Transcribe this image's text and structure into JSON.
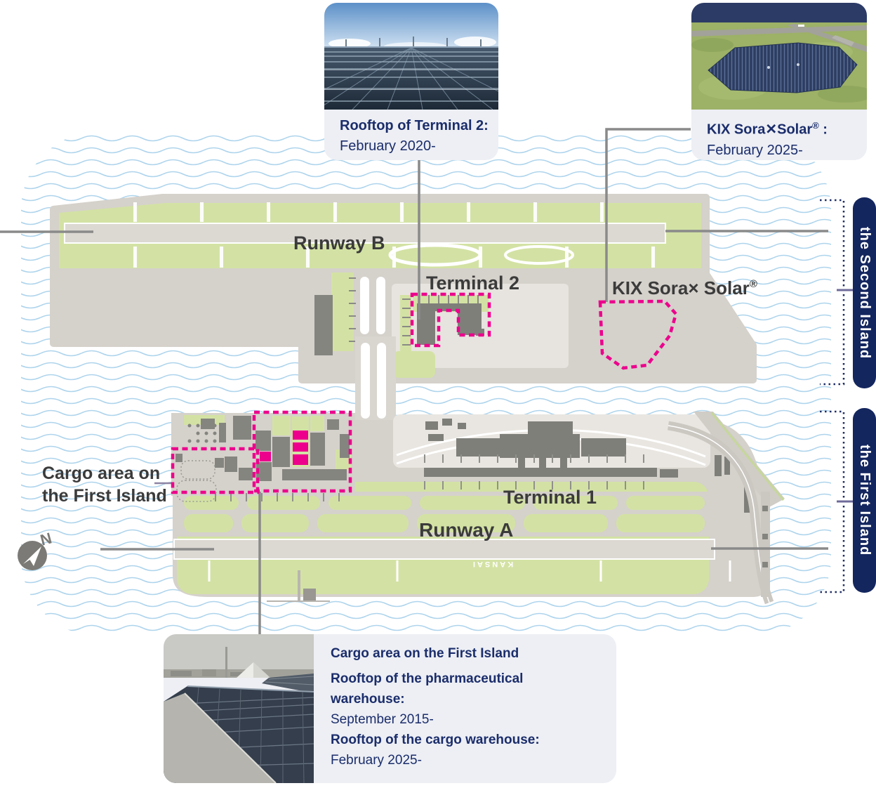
{
  "callouts": {
    "terminal2": {
      "title": "Rooftop of Terminal 2:",
      "date": "February 2020-"
    },
    "kix": {
      "brand": "KIX Sora✕Solar",
      "reg": "®",
      "suffix": " :",
      "date": "February 2025-"
    },
    "cargo": {
      "heading": "Cargo area on the First Island",
      "item1_label": "Rooftop of the pharmaceutical warehouse:",
      "item1_date": "September 2015-",
      "item2_label": "Rooftop of the cargo warehouse:",
      "item2_date": "February 2025-"
    }
  },
  "map": {
    "runway_b": "Runway B",
    "terminal2": "Terminal 2",
    "kix_brand": "KIX Sora× Solar",
    "kix_reg": "®",
    "terminal1": "Terminal 1",
    "runway_a": "Runway A",
    "cargo_label_line1": "Cargo area on",
    "cargo_label_line2": "the First Island",
    "kansai": "KANSAI",
    "compass_n": "N",
    "second_island": "the Second Island",
    "first_island": "the First Island"
  },
  "colors": {
    "water": "#aed4ec",
    "land_gray": "#d5d1cb",
    "land_green": "#d3e2a4",
    "runway_gray": "#dcd8d2",
    "building_gray": "#85857f",
    "highlight_magenta": "#ec008c",
    "navy": "#14265e",
    "text_navy": "#1b2d6b",
    "label_gray": "#3b3b3b",
    "leader_gray": "#8a8a8a",
    "callout_bg": "#edeff4"
  }
}
